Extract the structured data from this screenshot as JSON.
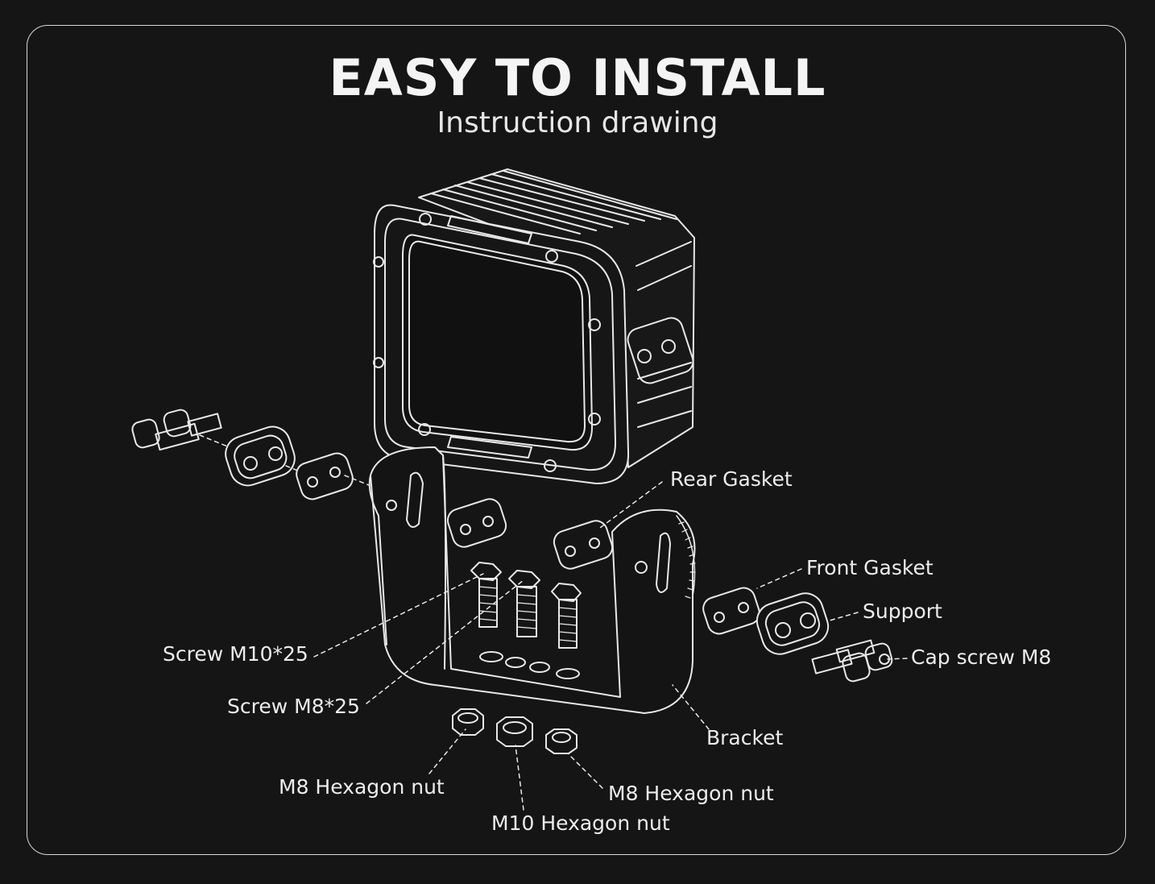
{
  "header": {
    "title": "EASY TO INSTALL",
    "subtitle": "Instruction drawing"
  },
  "labels": {
    "rear_gasket": "Rear Gasket",
    "front_gasket": "Front Gasket",
    "support": "Support",
    "cap_screw": "Cap screw M8",
    "screw_m10": "Screw M10*25",
    "screw_m8": "Screw M8*25",
    "bracket": "Bracket",
    "m8_nut_left": "M8 Hexagon nut",
    "m8_nut_right": "M8 Hexagon nut",
    "m10_nut": "M10 Hexagon nut"
  },
  "colors": {
    "background": "#151515",
    "line": "#e8e8e8",
    "text": "#ececec"
  }
}
